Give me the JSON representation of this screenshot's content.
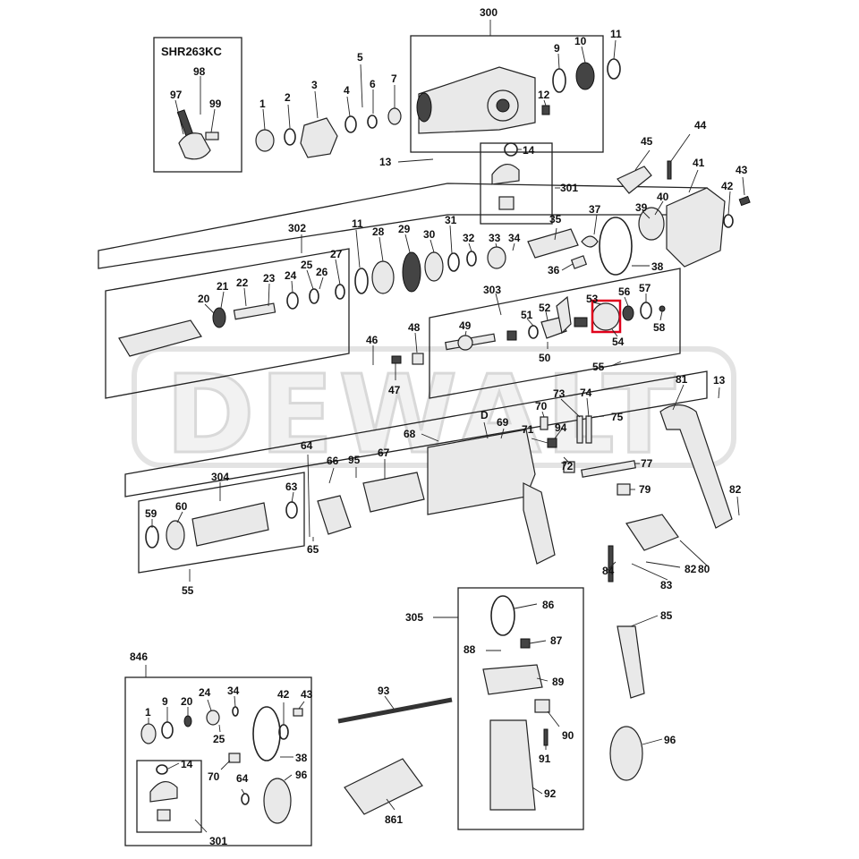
{
  "watermark": "DEWALT",
  "inset_titles": {
    "shr263kc": "SHR263KC"
  },
  "highlight": {
    "color": "#e0001b",
    "part": "53"
  },
  "callouts": [
    {
      "id": "c300",
      "text": "300"
    },
    {
      "id": "c1a",
      "text": "1"
    },
    {
      "id": "c2",
      "text": "2"
    },
    {
      "id": "c3",
      "text": "3"
    },
    {
      "id": "c4",
      "text": "4"
    },
    {
      "id": "c5",
      "text": "5"
    },
    {
      "id": "c6",
      "text": "6"
    },
    {
      "id": "c7",
      "text": "7"
    },
    {
      "id": "c9a",
      "text": "9"
    },
    {
      "id": "c10",
      "text": "10"
    },
    {
      "id": "c11a",
      "text": "11"
    },
    {
      "id": "c12",
      "text": "12"
    },
    {
      "id": "c13a",
      "text": "13"
    },
    {
      "id": "c14a",
      "text": "14"
    },
    {
      "id": "c301a",
      "text": "301"
    },
    {
      "id": "c97",
      "text": "97"
    },
    {
      "id": "c98",
      "text": "98"
    },
    {
      "id": "c99",
      "text": "99"
    },
    {
      "id": "c44",
      "text": "44"
    },
    {
      "id": "c45",
      "text": "45"
    },
    {
      "id": "c41",
      "text": "41"
    },
    {
      "id": "c43a",
      "text": "43"
    },
    {
      "id": "c42a",
      "text": "42"
    },
    {
      "id": "c40",
      "text": "40"
    },
    {
      "id": "c39",
      "text": "39"
    },
    {
      "id": "c37",
      "text": "37"
    },
    {
      "id": "c38a",
      "text": "38"
    },
    {
      "id": "c36",
      "text": "36"
    },
    {
      "id": "c35",
      "text": "35"
    },
    {
      "id": "c302",
      "text": "302"
    },
    {
      "id": "c11b",
      "text": "11"
    },
    {
      "id": "c28",
      "text": "28"
    },
    {
      "id": "c29",
      "text": "29"
    },
    {
      "id": "c30",
      "text": "30"
    },
    {
      "id": "c31",
      "text": "31"
    },
    {
      "id": "c32",
      "text": "32"
    },
    {
      "id": "c33",
      "text": "33"
    },
    {
      "id": "c34a",
      "text": "34"
    },
    {
      "id": "c27",
      "text": "27"
    },
    {
      "id": "c26",
      "text": "26"
    },
    {
      "id": "c25a",
      "text": "25"
    },
    {
      "id": "c24a",
      "text": "24"
    },
    {
      "id": "c23",
      "text": "23"
    },
    {
      "id": "c22",
      "text": "22"
    },
    {
      "id": "c21",
      "text": "21"
    },
    {
      "id": "c20a",
      "text": "20"
    },
    {
      "id": "c303",
      "text": "303"
    },
    {
      "id": "c53",
      "text": "53"
    },
    {
      "id": "c56",
      "text": "56"
    },
    {
      "id": "c57",
      "text": "57"
    },
    {
      "id": "c58",
      "text": "58"
    },
    {
      "id": "c54",
      "text": "54"
    },
    {
      "id": "c51",
      "text": "51"
    },
    {
      "id": "c52",
      "text": "52"
    },
    {
      "id": "c49",
      "text": "49"
    },
    {
      "id": "c48",
      "text": "48"
    },
    {
      "id": "c46",
      "text": "46"
    },
    {
      "id": "c47",
      "text": "47"
    },
    {
      "id": "c50",
      "text": "50"
    },
    {
      "id": "c55a",
      "text": "55"
    },
    {
      "id": "c81",
      "text": "81"
    },
    {
      "id": "c13b",
      "text": "13"
    },
    {
      "id": "c73",
      "text": "73"
    },
    {
      "id": "c74",
      "text": "74"
    },
    {
      "id": "c75",
      "text": "75"
    },
    {
      "id": "c70a",
      "text": "70"
    },
    {
      "id": "c94",
      "text": "94"
    },
    {
      "id": "c71",
      "text": "71"
    },
    {
      "id": "c72",
      "text": "72"
    },
    {
      "id": "cD",
      "text": "D"
    },
    {
      "id": "c69",
      "text": "69"
    },
    {
      "id": "c68",
      "text": "68"
    },
    {
      "id": "c77",
      "text": "77"
    },
    {
      "id": "c79",
      "text": "79"
    },
    {
      "id": "c82a",
      "text": "82"
    },
    {
      "id": "c80",
      "text": "80"
    },
    {
      "id": "c82b",
      "text": "82"
    },
    {
      "id": "c83",
      "text": "83"
    },
    {
      "id": "c84",
      "text": "84"
    },
    {
      "id": "c85",
      "text": "85"
    },
    {
      "id": "c64a",
      "text": "64"
    },
    {
      "id": "c95",
      "text": "95"
    },
    {
      "id": "c67",
      "text": "67"
    },
    {
      "id": "c66",
      "text": "66"
    },
    {
      "id": "c304",
      "text": "304"
    },
    {
      "id": "c63",
      "text": "63"
    },
    {
      "id": "c59",
      "text": "59"
    },
    {
      "id": "c60",
      "text": "60"
    },
    {
      "id": "c65",
      "text": "65"
    },
    {
      "id": "c55b",
      "text": "55"
    },
    {
      "id": "c305",
      "text": "305"
    },
    {
      "id": "c86",
      "text": "86"
    },
    {
      "id": "c88",
      "text": "88"
    },
    {
      "id": "c87",
      "text": "87"
    },
    {
      "id": "c89",
      "text": "89"
    },
    {
      "id": "c90",
      "text": "90"
    },
    {
      "id": "c91",
      "text": "91"
    },
    {
      "id": "c92",
      "text": "92"
    },
    {
      "id": "c93",
      "text": "93"
    },
    {
      "id": "c861",
      "text": "861"
    },
    {
      "id": "c96a",
      "text": "96"
    },
    {
      "id": "c846",
      "text": "846"
    },
    {
      "id": "c1b",
      "text": "1"
    },
    {
      "id": "c9b",
      "text": "9"
    },
    {
      "id": "c20b",
      "text": "20"
    },
    {
      "id": "c24b",
      "text": "24"
    },
    {
      "id": "c34b",
      "text": "34"
    },
    {
      "id": "c42b",
      "text": "42"
    },
    {
      "id": "c43b",
      "text": "43"
    },
    {
      "id": "c25b",
      "text": "25"
    },
    {
      "id": "c38b",
      "text": "38"
    },
    {
      "id": "c14b",
      "text": "14"
    },
    {
      "id": "c70b",
      "text": "70"
    },
    {
      "id": "c64b",
      "text": "64"
    },
    {
      "id": "c96b",
      "text": "96"
    },
    {
      "id": "c301b",
      "text": "301"
    }
  ]
}
